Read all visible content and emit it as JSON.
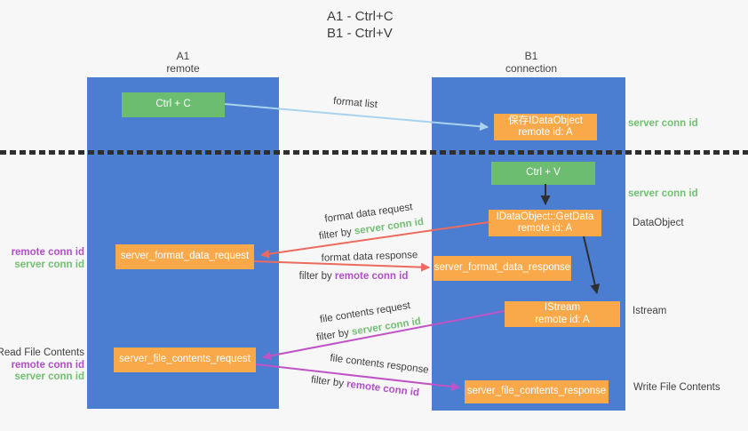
{
  "title": {
    "line1": "A1 - Ctrl+C",
    "line2": "B1 - Ctrl+V"
  },
  "lanes": {
    "left": {
      "title": "A1",
      "subtitle": "remote"
    },
    "right": {
      "title": "B1",
      "subtitle": "connection"
    }
  },
  "nodes": {
    "ctrl_c": {
      "label": "Ctrl + C"
    },
    "ctrl_v": {
      "label": "Ctrl + V"
    },
    "save_dataobject": {
      "line1": "保存IDataObject",
      "line2": "remote id: A"
    },
    "getdata": {
      "line1": "IDataObject::GetData",
      "line2": "remote id: A"
    },
    "istream": {
      "line1": "IStream",
      "line2": "remote id: A"
    },
    "server_format_data_request": {
      "label": "server_format_data_request"
    },
    "server_format_data_response": {
      "label": "server_format_data_response"
    },
    "server_file_contents_request": {
      "label": "server_file_contents_request"
    },
    "server_file_contents_response": {
      "label": "server_file_contents_response"
    }
  },
  "arrows": {
    "format_list": {
      "label": "format list"
    },
    "format_data_request": {
      "label": "format data request",
      "filter_prefix": "filter by ",
      "filter_id": "server conn id"
    },
    "format_data_response": {
      "label": "format data response",
      "filter_prefix": "filter by ",
      "filter_id": "remote conn id"
    },
    "file_contents_request": {
      "label": "file contents request",
      "filter_prefix": "filter by ",
      "filter_id": "server conn id"
    },
    "file_contents_response": {
      "label": "file contents response",
      "filter_prefix": "filter by ",
      "filter_id": "remote conn id"
    }
  },
  "side_labels": {
    "server_conn_id_top": "server conn id",
    "server_conn_id_mid": "server conn id",
    "dataobject": "DataObject",
    "istream": "Istream",
    "write_file_contents": "Write File Contents",
    "read_file_contents": "Read File Contents",
    "left_group1": {
      "remote": "remote conn id",
      "server": "server conn id"
    },
    "left_group2": {
      "remote": "remote conn id",
      "server": "server conn id"
    }
  },
  "colors": {
    "lane_blue": "#4b7ed0",
    "box_green": "#6cbd70",
    "box_orange": "#f9a94a",
    "arrow_lightblue": "#a8d2ee",
    "arrow_red": "#ed6a5f",
    "arrow_magenta": "#c053c6",
    "arrow_black": "#2f2f2f",
    "text_dark": "#3e3e3e",
    "text_green": "#72bf72",
    "text_purple": "#b14fc9",
    "background": "#f7f7f7",
    "dotted_line": "#2f2f2f"
  }
}
